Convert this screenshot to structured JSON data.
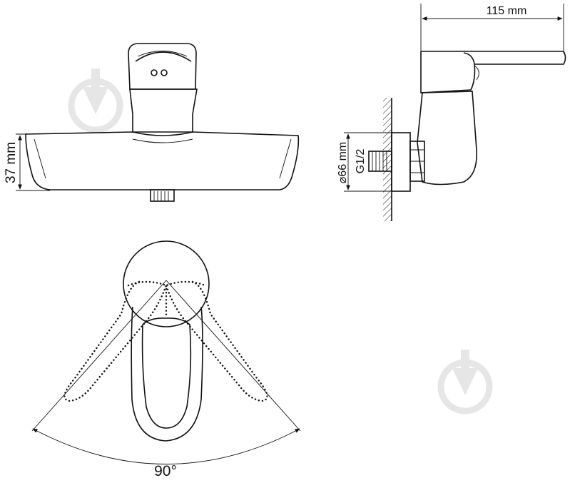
{
  "labels": {
    "width_dim": "115 mm",
    "height_dim": "37 mm",
    "diameter_dim": "⌀66 mm",
    "thread": "G1/2",
    "angle": "90°"
  },
  "icons": {
    "watermark": "watermark-logo-icon"
  }
}
